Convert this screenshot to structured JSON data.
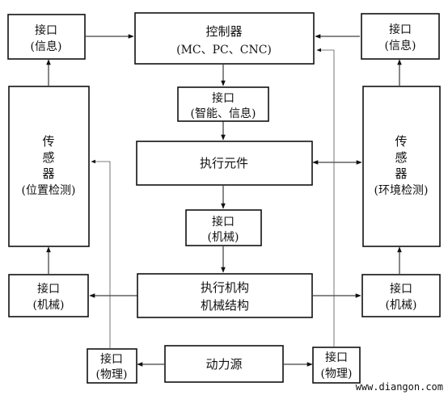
{
  "controller": {
    "line1": "控制器",
    "line2": "(MC、PC、CNC)"
  },
  "interface_info_left": {
    "line1": "接口",
    "line2": "(信息)"
  },
  "interface_info_right": {
    "line1": "接口",
    "line2": "(信息)"
  },
  "interface_smart": {
    "line1": "接口",
    "line2": "(智能、信息)"
  },
  "actuator_element": {
    "label": "执行元件"
  },
  "interface_mech_center": {
    "line1": "接口",
    "line2": "(机械)"
  },
  "mechanism": {
    "line1": "执行机构",
    "line2": "机械结构"
  },
  "sensor_left": {
    "c1": "传",
    "c2": "感",
    "c3": "器",
    "c4": "(位置检测)"
  },
  "sensor_right": {
    "c1": "传",
    "c2": "感",
    "c3": "器",
    "c4": "(环境检测)"
  },
  "interface_mech_left": {
    "line1": "接口",
    "line2": "(机械)"
  },
  "interface_mech_right": {
    "line1": "接口",
    "line2": "(机械)"
  },
  "power_source": {
    "label": "动力源"
  },
  "interface_phys_left": {
    "line1": "接口",
    "line2": "(物理)"
  },
  "interface_phys_right": {
    "line1": "接口",
    "line2": "(物理)"
  },
  "watermark": "www.diangon.com"
}
